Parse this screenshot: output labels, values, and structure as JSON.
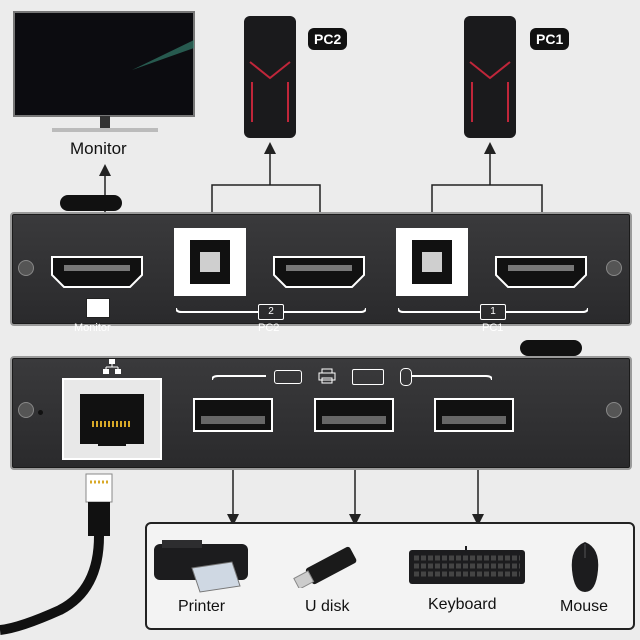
{
  "labels": {
    "monitor_top": "Monitor",
    "pc2_badge": "PC2",
    "pc1_badge": "PC1",
    "monitor_port": "Monitor",
    "pc2_port": "PC2",
    "pc1_port": "PC1",
    "pc2_small": "2",
    "pc1_small": "1",
    "printer": "Printer",
    "udisk": "U disk",
    "keyboard": "Keyboard",
    "mouse": "Mouse"
  },
  "colors": {
    "panel": "#2f2f31",
    "panel_border": "#9a9a9a",
    "port_white": "#ffffff",
    "line": "#222222",
    "pc_accent": "#c0263a"
  }
}
